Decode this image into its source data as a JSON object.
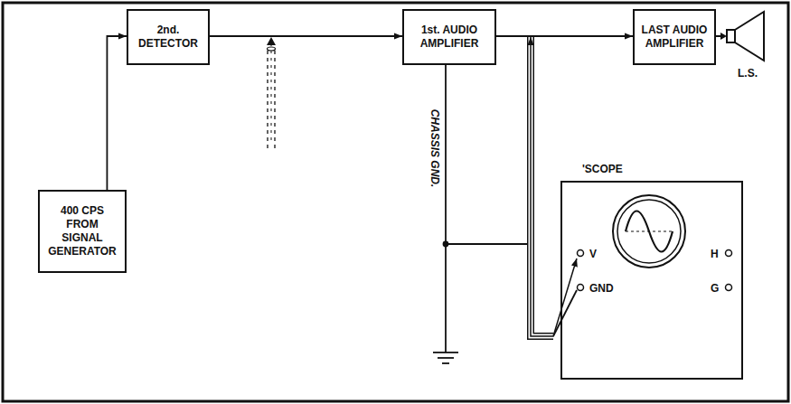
{
  "diagram": {
    "nodes": [
      {
        "text": [
          "2nd. DETECTOR"
        ]
      },
      {
        "text": [
          "1st. AUDIO AMPLIFIER"
        ]
      },
      {
        "text": [
          "LAST AUDIO AMPLIFIER"
        ]
      },
      {
        "text": [
          "400 CPS FROM SIGNAL GENERATOR"
        ]
      },
      {
        "text": [
          "'SCOPE",
          "V",
          "H",
          "GND",
          "G"
        ]
      }
    ],
    "edges": [
      {
        "from": 3,
        "to": 0,
        "arrow": "to"
      },
      {
        "from": 0,
        "to": 1,
        "arrow": "to"
      },
      {
        "from": 1,
        "to": 2,
        "arrow": "to"
      },
      {
        "from": 1,
        "to": 4,
        "arrow": "both"
      }
    ],
    "labels": [
      "CHASSIS GND.",
      "L.S."
    ]
  }
}
